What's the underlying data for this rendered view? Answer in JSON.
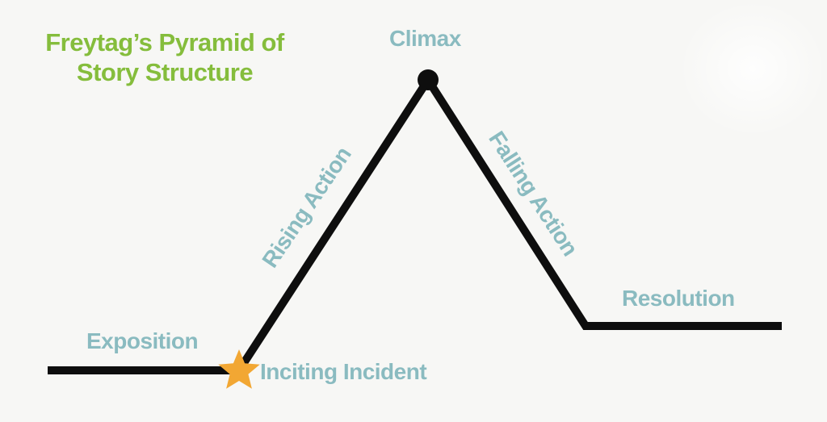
{
  "title": {
    "line1": "Freytag’s Pyramid of",
    "line2": "Story Structure"
  },
  "labels": {
    "climax": "Climax",
    "rising_action": "Rising Action",
    "falling_action": "Falling Action",
    "exposition": "Exposition",
    "inciting_incident": "Inciting Incident",
    "resolution": "Resolution"
  },
  "icons": {
    "climax_dot": "filled-circle",
    "inciting_star": "five-point-star"
  },
  "colors": {
    "background": "#f7f7f5",
    "title_green": "#85bd3c",
    "label_teal": "#8abbc0",
    "line_black": "#0e0e0e",
    "star_gold": "#f2a733"
  }
}
